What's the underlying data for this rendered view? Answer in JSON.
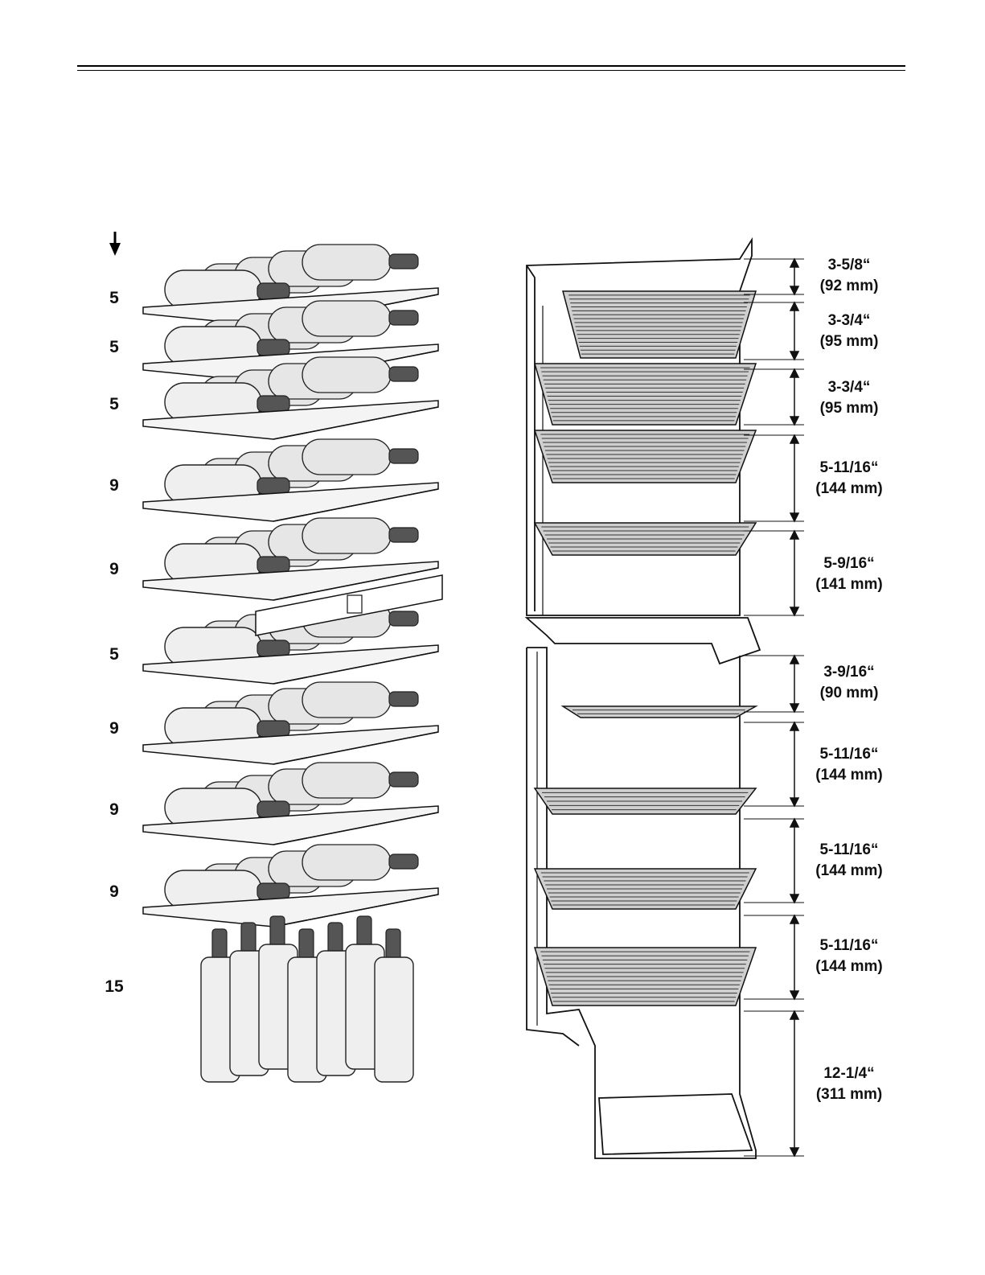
{
  "rack_counts": [
    "5",
    "5",
    "5",
    "9",
    "9",
    "5",
    "9",
    "9",
    "9",
    "15"
  ],
  "dimensions": [
    {
      "imperial": "3-5/8“",
      "metric": "(92 mm)"
    },
    {
      "imperial": "3-3/4“",
      "metric": "(95 mm)"
    },
    {
      "imperial": "3-3/4“",
      "metric": "(95 mm)"
    },
    {
      "imperial": "5-11/16“",
      "metric": "(144 mm)"
    },
    {
      "imperial": "5-9/16“",
      "metric": "(141 mm)"
    },
    {
      "imperial": "3-9/16“",
      "metric": "(90 mm)"
    },
    {
      "imperial": "5-11/16“",
      "metric": "(144 mm)"
    },
    {
      "imperial": "5-11/16“",
      "metric": "(144 mm)"
    },
    {
      "imperial": "5-11/16“",
      "metric": "(144 mm)"
    },
    {
      "imperial": "12-1/4“",
      "metric": "(311 mm)"
    }
  ],
  "icons": {
    "direction": "arrow-down-icon"
  }
}
